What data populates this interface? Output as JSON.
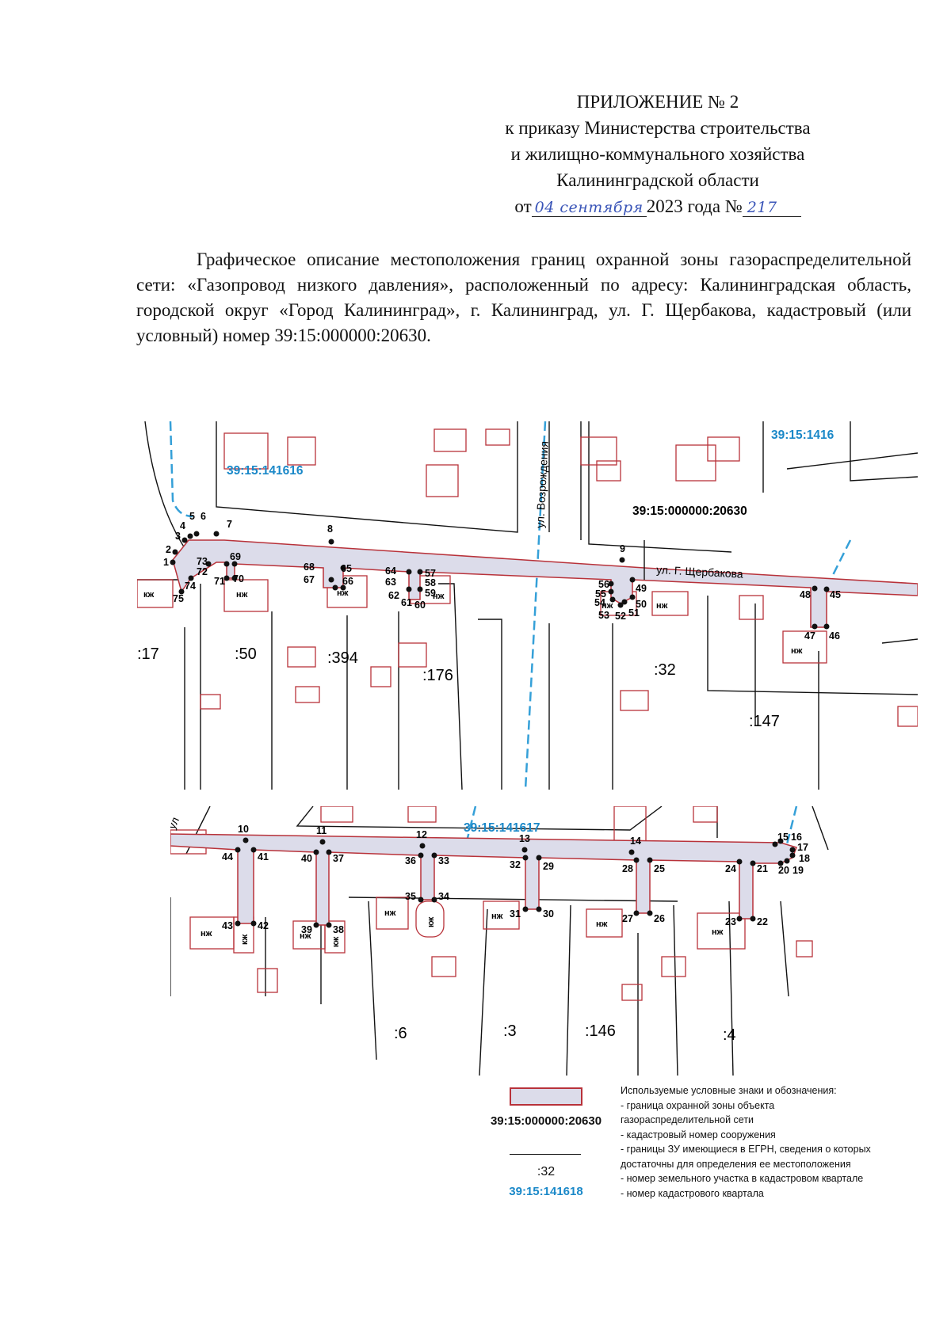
{
  "header": {
    "line1": "ПРИЛОЖЕНИЕ № 2",
    "line2": "к приказу Министерства строительства",
    "line3": "и жилищно-коммунального хозяйства",
    "line4": "Калининградской области",
    "from_prefix": "от",
    "handwritten_date": "04 сентября",
    "year_text": "2023 года №",
    "handwritten_number": "217"
  },
  "description": "Графическое описание местоположения границ охранной зоны газораспределительной сети: «Газопровод низкого давления», расположенный по адресу: Калининградская область, городской округ «Город Калининград», г. Калининград, ул. Г. Щербакова, кадастровый (или условный) номер 39:15:000000:20630.",
  "map1": {
    "quarter_labels": [
      "39:15:141616",
      "39:15:1416"
    ],
    "structure_cadastral_number": "39:15:000000:20630",
    "street_labels": [
      "ул. Возрождения",
      "ул. Г. Щербакова"
    ],
    "lot_labels": [
      ":17",
      ":50",
      ":394",
      ":176",
      ":32",
      ":147"
    ],
    "building_labels": [
      "кж",
      "нж",
      "нж",
      "нж",
      "нж",
      "нж",
      "нж"
    ],
    "point_labels": [
      "1",
      "2",
      "3",
      "4",
      "5",
      "6",
      "7",
      "8",
      "9",
      "45",
      "46",
      "47",
      "48",
      "49",
      "50",
      "51",
      "52",
      "53",
      "54",
      "55",
      "56",
      "57",
      "58",
      "59",
      "60",
      "61",
      "62",
      "63",
      "64",
      "65",
      "66",
      "67",
      "68",
      "69",
      "70",
      "71",
      "72",
      "73",
      "74",
      "75"
    ],
    "colors": {
      "zone_border": "#b8323a",
      "zone_fill": "#dcdcea",
      "quarter": "#1a88c8",
      "parcel": "#111111",
      "building": "#b8323a",
      "road_axis": "#35a0d8"
    }
  },
  "map2": {
    "quarter_label": "39:15:141617",
    "street_label": "ул",
    "lot_labels": [
      ":6",
      ":3",
      ":146",
      ":4"
    ],
    "building_labels": [
      "нж",
      "кж",
      "нж",
      "кж",
      "нж",
      "кж",
      "нж",
      "нж",
      "нж"
    ],
    "point_labels": [
      "10",
      "11",
      "12",
      "13",
      "14",
      "15",
      "16",
      "17",
      "18",
      "19",
      "20",
      "21",
      "22",
      "23",
      "24",
      "25",
      "26",
      "27",
      "28",
      "29",
      "30",
      "31",
      "32",
      "33",
      "34",
      "35",
      "36",
      "37",
      "38",
      "39",
      "40",
      "41",
      "42",
      "43",
      "44"
    ]
  },
  "legend": {
    "sample_cadastral_number": "39:15:000000:20630",
    "sample_lot": ":32",
    "sample_quarter": "39:15:141618",
    "title": "Используемые  условные знаки и обозначения:",
    "items": [
      "- граница охранной зоны объекта",
      "  газораспределительной сети",
      "- кадастровый номер сооружения",
      "- границы ЗУ имеющиеся в ЕГРН, сведения о которых",
      "  достаточны для определения ее местоположения",
      "- номер земельного участка в кадастровом квартале",
      "- номер кадастрового квартала"
    ]
  }
}
